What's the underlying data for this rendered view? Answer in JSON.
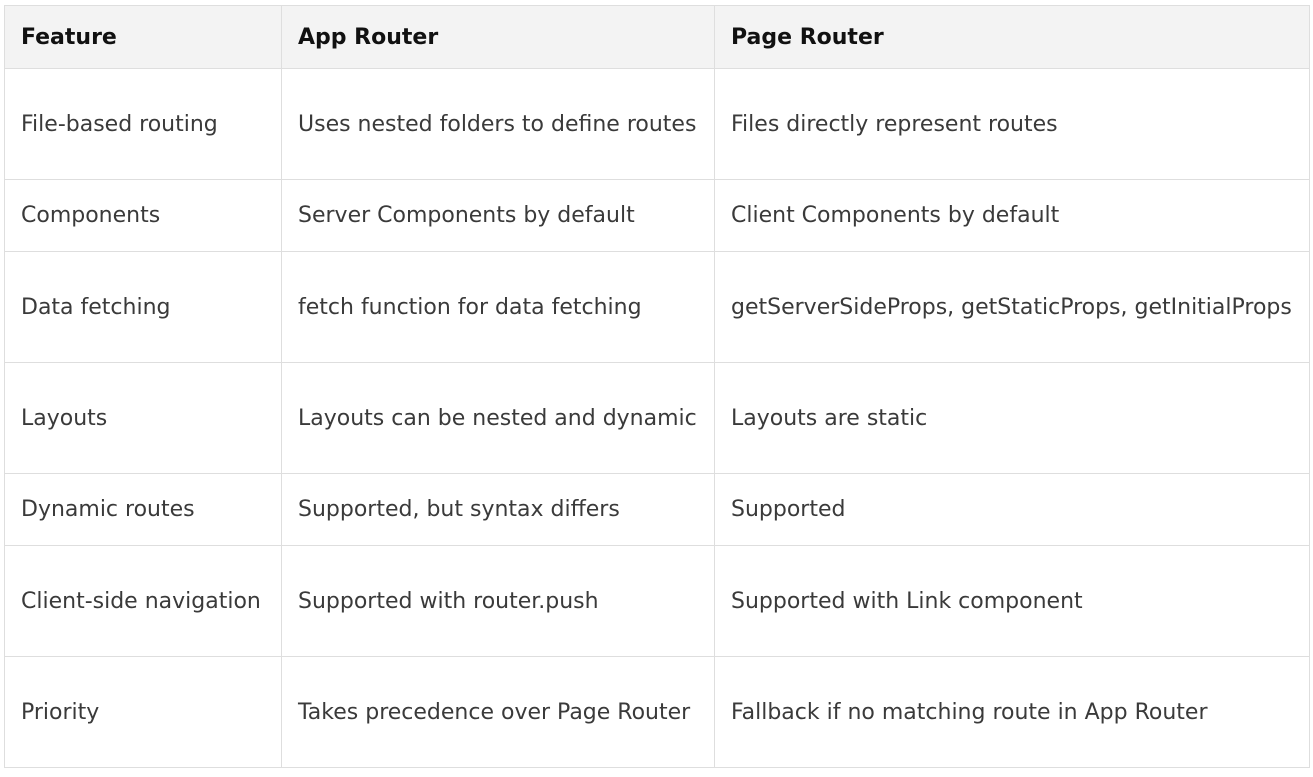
{
  "table": {
    "headers": [
      "Feature",
      "App Router",
      "Page Router"
    ],
    "rows": [
      [
        "File-based routing",
        "Uses nested folders to define routes",
        "Files directly represent routes"
      ],
      [
        "Components",
        "Server Components by default",
        "Client Components by default"
      ],
      [
        "Data fetching",
        "fetch function for data fetching",
        "getServerSideProps, getStaticProps, getInitialProps"
      ],
      [
        "Layouts",
        "Layouts can be nested and dynamic",
        "Layouts are static"
      ],
      [
        "Dynamic routes",
        "Supported, but syntax differs",
        "Supported"
      ],
      [
        "Client-side navigation",
        "Supported with router.push",
        "Supported with Link component"
      ],
      [
        "Priority",
        "Takes precedence over Page Router",
        "Fallback if no matching route in App Router"
      ]
    ]
  },
  "colors": {
    "header_bg": "#f3f3f3",
    "border": "#dedede",
    "text": "#3a3a3a"
  }
}
